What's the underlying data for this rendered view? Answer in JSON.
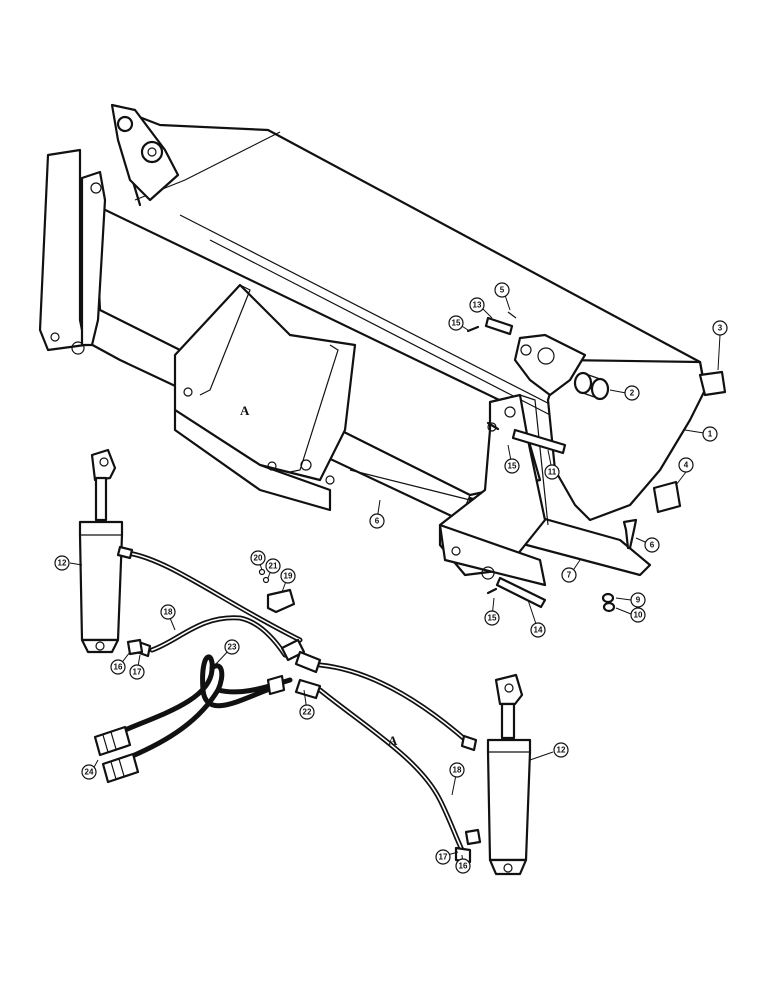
{
  "callouts": [
    {
      "id": "c1",
      "label": "1"
    },
    {
      "id": "c2",
      "label": "2"
    },
    {
      "id": "c3",
      "label": "3"
    },
    {
      "id": "c4",
      "label": "4"
    },
    {
      "id": "c5",
      "label": "5"
    },
    {
      "id": "c6a",
      "label": "6"
    },
    {
      "id": "c6b",
      "label": "6"
    },
    {
      "id": "c7",
      "label": "7"
    },
    {
      "id": "c9",
      "label": "9"
    },
    {
      "id": "c10",
      "label": "10"
    },
    {
      "id": "c11",
      "label": "11"
    },
    {
      "id": "c12a",
      "label": "12"
    },
    {
      "id": "c12b",
      "label": "12"
    },
    {
      "id": "c13",
      "label": "13"
    },
    {
      "id": "c14",
      "label": "14"
    },
    {
      "id": "c15a",
      "label": "15"
    },
    {
      "id": "c15b",
      "label": "15"
    },
    {
      "id": "c15c",
      "label": "15"
    },
    {
      "id": "c16a",
      "label": "16"
    },
    {
      "id": "c16b",
      "label": "16"
    },
    {
      "id": "c17a",
      "label": "17"
    },
    {
      "id": "c17b",
      "label": "17"
    },
    {
      "id": "c18a",
      "label": "18"
    },
    {
      "id": "c18b",
      "label": "18"
    },
    {
      "id": "c19",
      "label": "19"
    },
    {
      "id": "c20",
      "label": "20"
    },
    {
      "id": "c21",
      "label": "21"
    },
    {
      "id": "c22",
      "label": "22"
    },
    {
      "id": "c23",
      "label": "23"
    },
    {
      "id": "c24",
      "label": "24"
    }
  ],
  "reference_marks": {
    "upper": "A",
    "lower": "A"
  }
}
